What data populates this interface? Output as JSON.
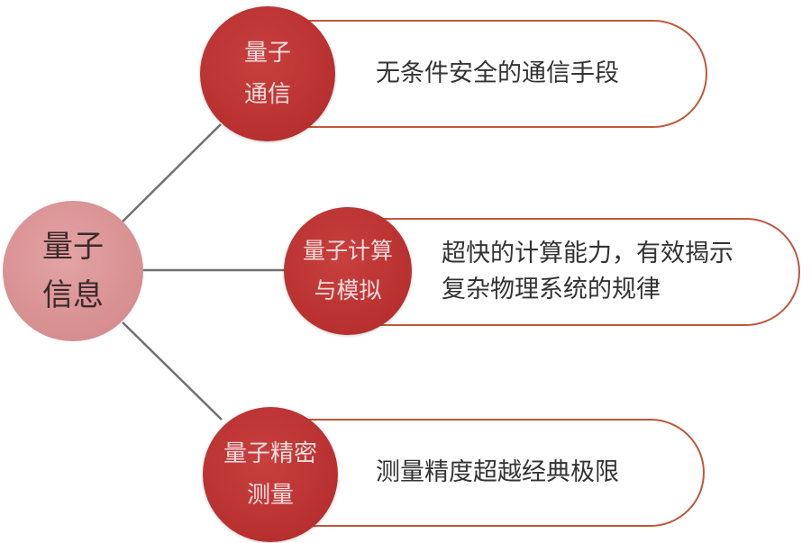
{
  "diagram": {
    "root": {
      "label": "量子\n信息",
      "color": "#d68d8f"
    },
    "branches": [
      {
        "title": "量子\n通信",
        "description": "无条件安全的通信手段"
      },
      {
        "title": "量子计算\n与模拟",
        "description": "超快的计算能力，有效揭示\n复杂物理系统的规律"
      },
      {
        "title": "量子精密\n测量",
        "description": "测量精度超越经典极限"
      }
    ],
    "colors": {
      "branch_circle": "#b8302f",
      "box_border": "#c0583a",
      "connector": "#707070"
    }
  }
}
